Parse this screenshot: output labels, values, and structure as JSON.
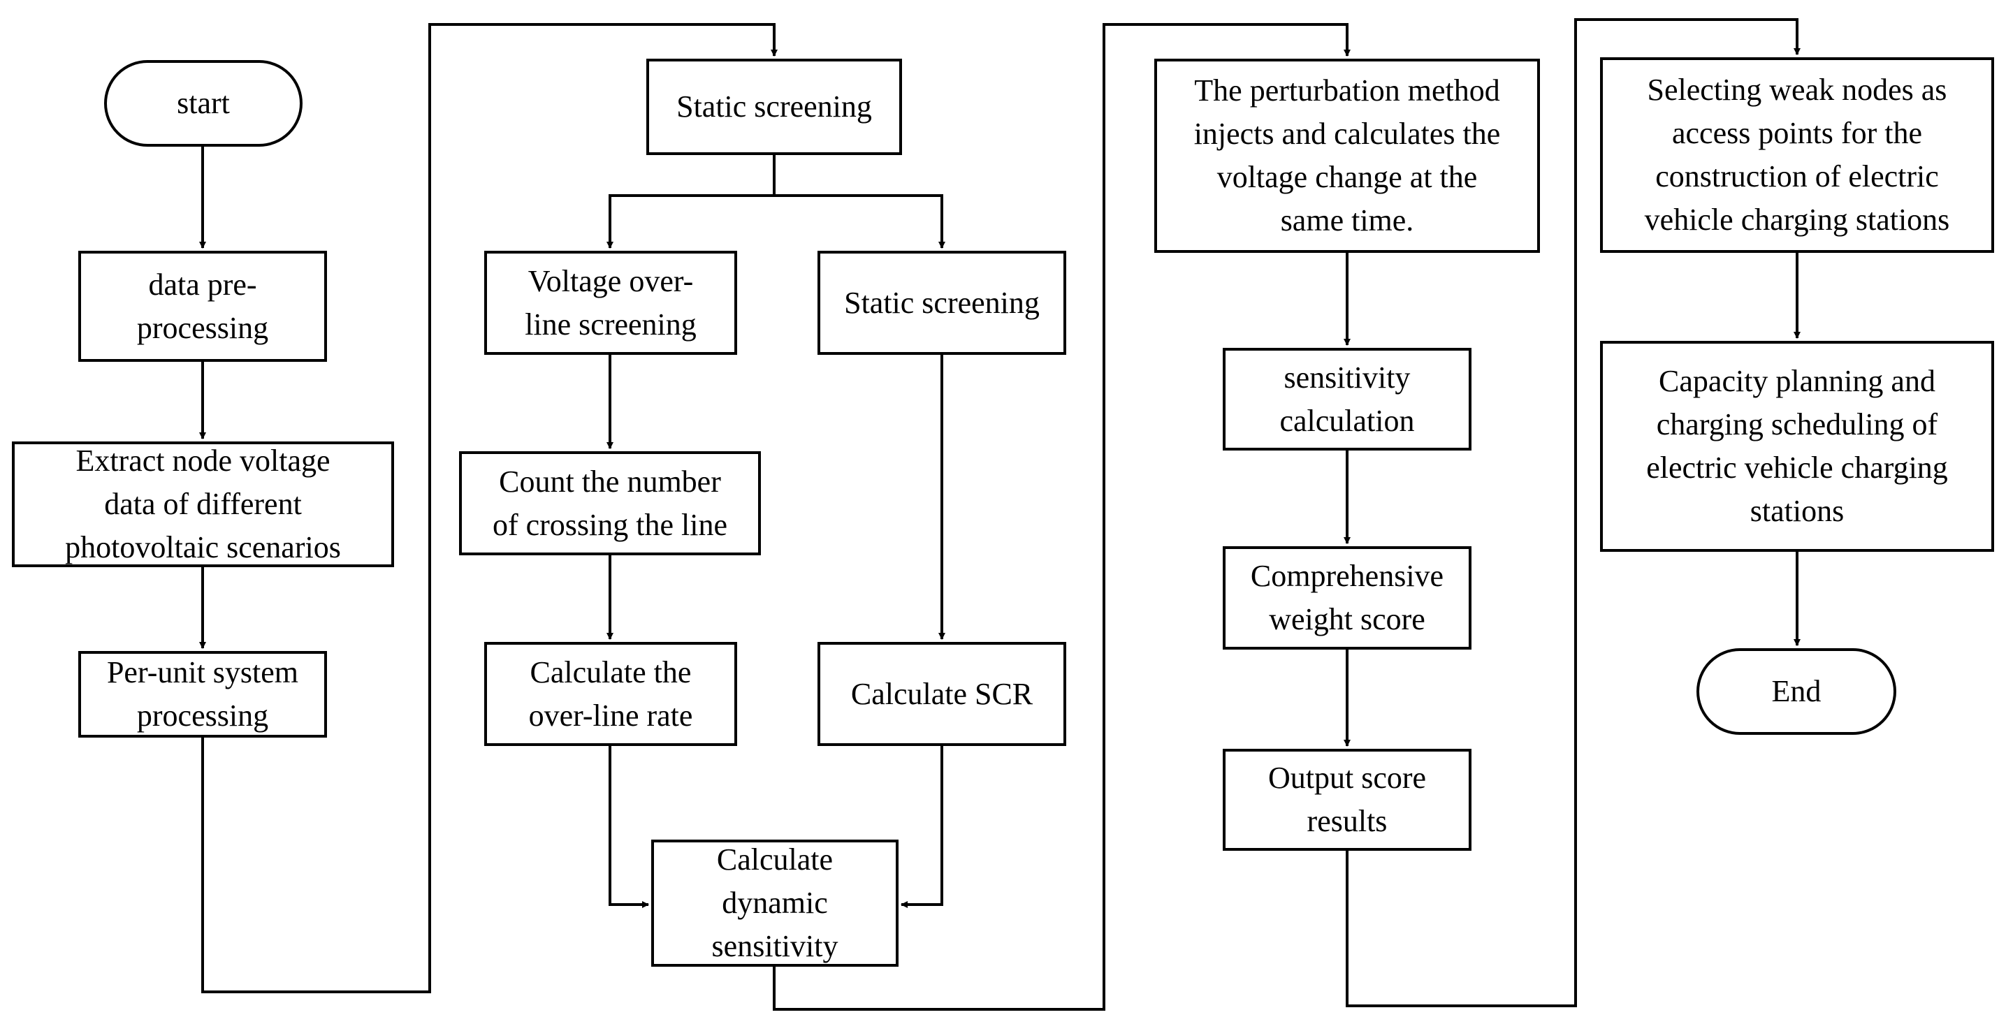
{
  "diagram": {
    "nodes": {
      "start": "start",
      "data_pre": "data pre-\nprocessing",
      "extract": "Extract node voltage\ndata of different\nphotovoltaic scenarios",
      "per_unit": "Per-unit system\nprocessing",
      "static_top": "Static screening",
      "voltage_over": "Voltage over-\nline screening",
      "static_right": "Static screening",
      "count": "Count the number\nof crossing the line",
      "over_rate": "Calculate the\nover-line rate",
      "scr": "Calculate SCR",
      "dynamic": "Calculate\ndynamic\nsensitivity",
      "perturbation": "The perturbation method\ninjects and calculates the\nvoltage change at the\nsame time.",
      "sensitivity": "sensitivity\ncalculation",
      "comprehensive": "Comprehensive\nweight score",
      "output": "Output score\nresults",
      "selecting": "Selecting weak nodes as\naccess points for the\nconstruction of electric\nvehicle charging stations",
      "capacity": "Capacity planning and\ncharging scheduling of\nelectric vehicle charging\nstations",
      "end": "End"
    },
    "edges": [
      [
        "start",
        "data_pre"
      ],
      [
        "data_pre",
        "extract"
      ],
      [
        "extract",
        "per_unit"
      ],
      [
        "per_unit",
        "static_top"
      ],
      [
        "static_top",
        "voltage_over"
      ],
      [
        "static_top",
        "static_right"
      ],
      [
        "voltage_over",
        "count"
      ],
      [
        "count",
        "over_rate"
      ],
      [
        "over_rate",
        "dynamic"
      ],
      [
        "static_right",
        "scr"
      ],
      [
        "scr",
        "dynamic"
      ],
      [
        "dynamic",
        "perturbation"
      ],
      [
        "perturbation",
        "sensitivity"
      ],
      [
        "sensitivity",
        "comprehensive"
      ],
      [
        "comprehensive",
        "output"
      ],
      [
        "output",
        "selecting"
      ],
      [
        "selecting",
        "capacity"
      ],
      [
        "capacity",
        "end"
      ]
    ]
  }
}
